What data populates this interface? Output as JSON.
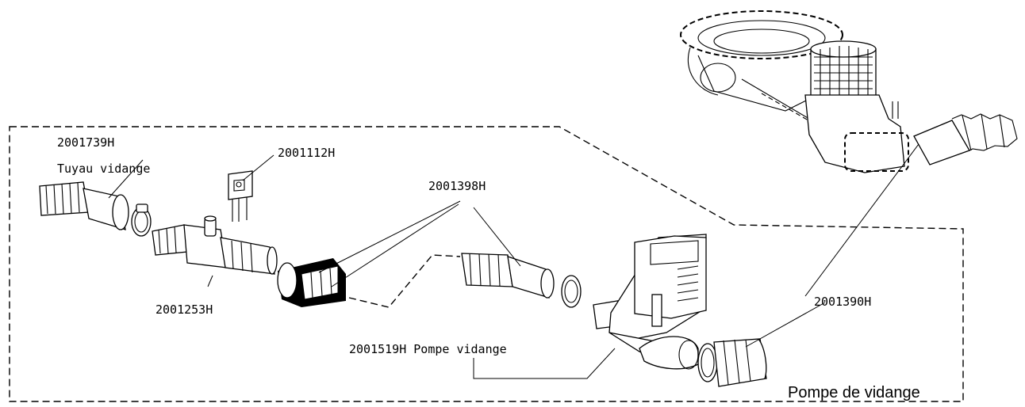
{
  "diagram": {
    "title": "Pompe de vidange",
    "parts": [
      {
        "ref": "2001739H",
        "name": "Tuyau vidange"
      },
      {
        "ref": "2001112H"
      },
      {
        "ref": "2001398H"
      },
      {
        "ref": "2001253H"
      },
      {
        "ref": "2001519H",
        "name": "Pompe vidange"
      },
      {
        "ref": "2001390H"
      }
    ]
  },
  "labels": {
    "p1_ref": "2001739H",
    "p1_name": "Tuyau vidange",
    "p2_ref": "2001112H",
    "p3_ref": "2001398H",
    "p4_ref": "2001253H",
    "p5_full": "2001519H Pompe vidange",
    "p6_ref": "2001390H",
    "box_title": "Pompe de vidange"
  }
}
